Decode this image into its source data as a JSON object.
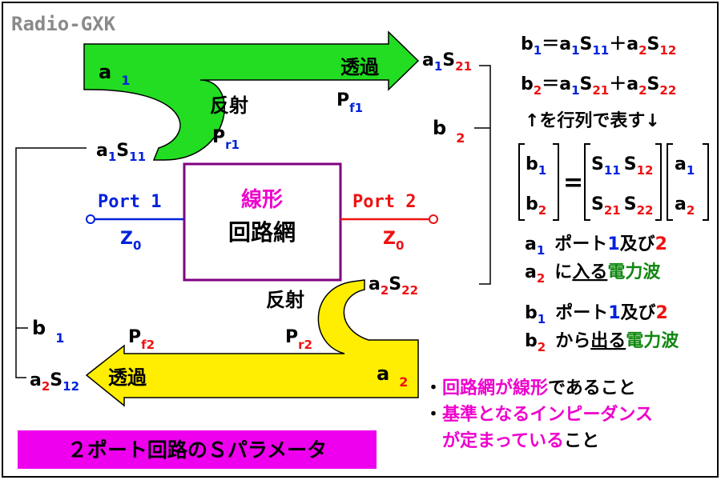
{
  "brand": "Radio-GXK",
  "colors": {
    "blue": "#0022dd",
    "red": "#ee1111",
    "magenta": "#ee00cc",
    "green_text": "#118811",
    "purple": "#800080",
    "arrow_green": "#22dd22",
    "arrow_yellow": "#ffee00",
    "banner": "#ee00ee"
  },
  "block": {
    "line1": "線形",
    "line2": "回路網"
  },
  "port1": {
    "label": "Port 1",
    "z": "Z",
    "z_sub": "0"
  },
  "port2": {
    "label": "Port 2",
    "z": "Z",
    "z_sub": "0"
  },
  "transmit_label": "透過",
  "reflect_label": "反射",
  "signals": {
    "a": "a",
    "b": "b",
    "S": "S",
    "P": "P",
    "sub_1": "1",
    "sub_2": "2",
    "sub_11": "11",
    "sub_12": "12",
    "sub_21": "21",
    "sub_22": "22",
    "sub_f1": "f1",
    "sub_r1": "r1",
    "sub_f2": "f2",
    "sub_r2": "r2"
  },
  "equations": {
    "eq": "＝",
    "plus": "＋",
    "matrix_note": "↑を行列で表す↓",
    "matrix_eq": "="
  },
  "legend": {
    "a_line1": "ポート",
    "a_num1": "1",
    "a_mid": "及び",
    "a_num2": "2",
    "a_line2_pre": "に",
    "a_line2_under": "入る",
    "a_line2_green": "電力波",
    "b_line1": "ポート",
    "b_line2_pre": "から",
    "b_line2_under": "出る",
    "b_line2_green": "電力波"
  },
  "conditions": [
    {
      "bullet": "・",
      "highlight": "回路網が線形",
      "rest": "であること"
    },
    {
      "bullet": "・",
      "highlight": "基準となるインピーダンス",
      "rest": ""
    },
    {
      "bullet": "",
      "highlight": "が定まっている",
      "rest": "こと"
    }
  ],
  "title_banner": "２ポート回路のＳパラメータ"
}
